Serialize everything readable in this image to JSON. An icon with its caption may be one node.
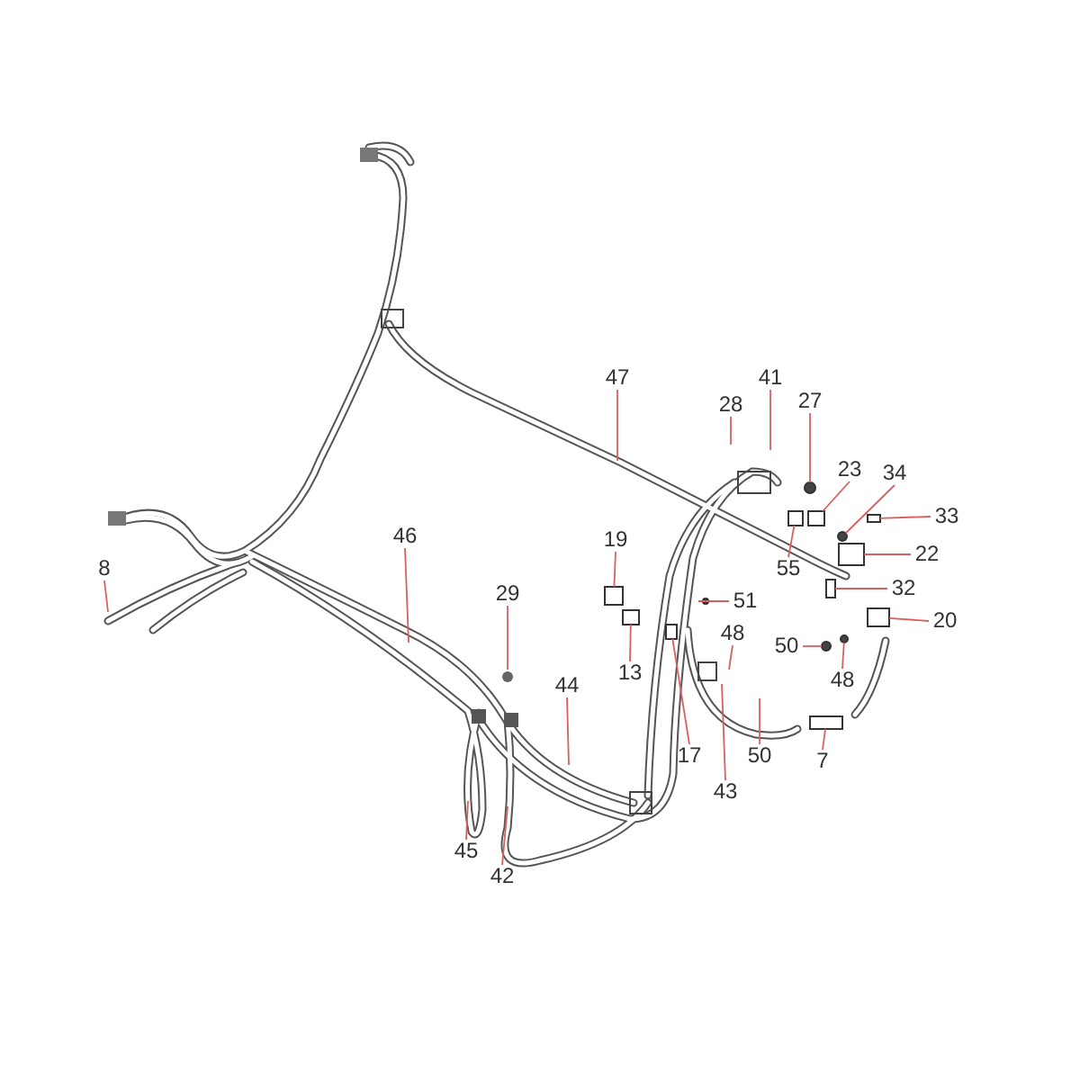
{
  "diagram": {
    "nodes": [
      {
        "text": [
          "47"
        ]
      },
      {
        "text": [
          "41"
        ]
      },
      {
        "text": [
          "27"
        ]
      },
      {
        "text": [
          "28"
        ]
      },
      {
        "text": [
          "23"
        ]
      },
      {
        "text": [
          "34"
        ]
      },
      {
        "text": [
          "33"
        ]
      },
      {
        "text": [
          "19"
        ]
      },
      {
        "text": [
          "46"
        ]
      },
      {
        "text": [
          "22"
        ]
      },
      {
        "text": [
          "55"
        ]
      },
      {
        "text": [
          "8"
        ]
      },
      {
        "text": [
          "32"
        ]
      },
      {
        "text": [
          "29"
        ]
      },
      {
        "text": [
          "51"
        ]
      },
      {
        "text": [
          "20"
        ]
      },
      {
        "text": [
          "48"
        ]
      },
      {
        "text": [
          "13"
        ]
      },
      {
        "text": [
          "50"
        ]
      },
      {
        "text": [
          "48"
        ]
      },
      {
        "text": [
          "44"
        ]
      },
      {
        "text": [
          "50"
        ]
      },
      {
        "text": [
          "17"
        ]
      },
      {
        "text": [
          "7"
        ]
      },
      {
        "text": [
          "43"
        ]
      },
      {
        "text": [
          "45"
        ]
      },
      {
        "text": [
          "42"
        ]
      },
      {
        "text": [],
        "shape": "circle"
      },
      {
        "text": [],
        "shape": "box"
      },
      {
        "text": [],
        "shape": "circle"
      },
      {
        "text": [],
        "shape": "box"
      },
      {
        "text": [],
        "shape": "box"
      },
      {
        "text": [],
        "shape": "box"
      },
      {
        "text": [],
        "shape": "circle"
      },
      {
        "text": [],
        "shape": "box"
      },
      {
        "text": [],
        "shape": "box"
      },
      {
        "text": [],
        "shape": "box"
      },
      {
        "text": [],
        "shape": "box"
      },
      {
        "text": [],
        "shape": "circle"
      },
      {
        "text": [],
        "shape": "box"
      },
      {
        "text": [],
        "shape": "box"
      }
    ],
    "edges": [
      {
        "from": 0,
        "to": null,
        "arrow": "none"
      },
      {
        "from": 1,
        "to": null,
        "arrow": "none"
      },
      {
        "from": 2,
        "to": 27,
        "arrow": "none"
      },
      {
        "from": 3,
        "to": null,
        "arrow": "none"
      },
      {
        "from": 4,
        "to": 37,
        "arrow": "none"
      },
      {
        "from": 5,
        "to": 29,
        "arrow": "none"
      },
      {
        "from": 6,
        "to": 36,
        "arrow": "none"
      },
      {
        "from": 7,
        "to": 40,
        "arrow": "none"
      },
      {
        "from": 8,
        "to": null,
        "arrow": "none"
      },
      {
        "from": 9,
        "to": 30,
        "arrow": "none"
      },
      {
        "from": 10,
        "to": 28,
        "arrow": "none"
      },
      {
        "from": 11,
        "to": null,
        "arrow": "none"
      },
      {
        "from": 12,
        "to": 31,
        "arrow": "none"
      },
      {
        "from": 13,
        "to": null,
        "arrow": "none"
      },
      {
        "from": 14,
        "to": null,
        "arrow": "none"
      },
      {
        "from": 15,
        "to": 32,
        "arrow": "none"
      },
      {
        "from": 16,
        "to": null,
        "arrow": "none"
      },
      {
        "from": 17,
        "to": 39,
        "arrow": "none"
      },
      {
        "from": 18,
        "to": 33,
        "arrow": "none"
      },
      {
        "from": 19,
        "to": 38,
        "arrow": "none"
      },
      {
        "from": 20,
        "to": null,
        "arrow": "none"
      },
      {
        "from": 21,
        "to": null,
        "arrow": "none"
      },
      {
        "from": 22,
        "to": 34,
        "arrow": "none"
      },
      {
        "from": 23,
        "to": 35,
        "arrow": "none"
      },
      {
        "from": 24,
        "to": null,
        "arrow": "none"
      },
      {
        "from": 25,
        "to": null,
        "arrow": "none"
      },
      {
        "from": 26,
        "to": null,
        "arrow": "none"
      }
    ]
  }
}
